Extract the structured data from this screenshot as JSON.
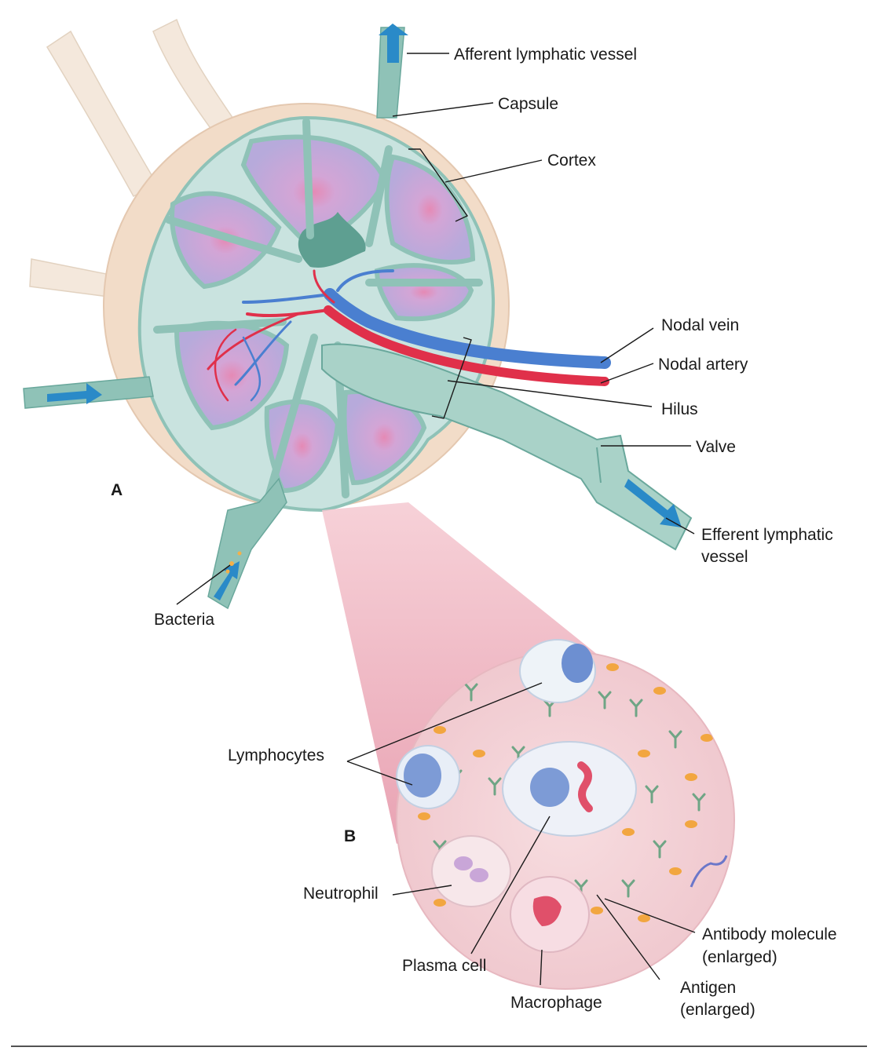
{
  "panels": {
    "a": "A",
    "b": "B"
  },
  "labels": {
    "afferent": "Afferent lymphatic vessel",
    "capsule": "Capsule",
    "cortex": "Cortex",
    "nodal_vein": "Nodal vein",
    "nodal_artery": "Nodal artery",
    "hilus": "Hilus",
    "valve": "Valve",
    "efferent_1": "Efferent lymphatic",
    "efferent_2": "vessel",
    "bacteria": "Bacteria",
    "lymphocytes": "Lymphocytes",
    "neutrophil": "Neutrophil",
    "plasma_cell": "Plasma cell",
    "macrophage": "Macrophage",
    "antibody_1": "Antibody molecule",
    "antibody_2": "(enlarged)",
    "antigen_1": "Antigen",
    "antigen_2": "(enlarged)"
  },
  "colors": {
    "capsule": "#f2dcc8",
    "cortex_fill": "#c9e3df",
    "trabecula": "#8fc2b7",
    "follicle": "#c4b5e0",
    "germinal_center": "#e79cc0",
    "vein": "#4a7fd0",
    "artery": "#e0304a",
    "lymph_flow": "#2a8ac8",
    "zoom_cone": "#eeaab8",
    "zoom_field": "#f6d8dc"
  }
}
